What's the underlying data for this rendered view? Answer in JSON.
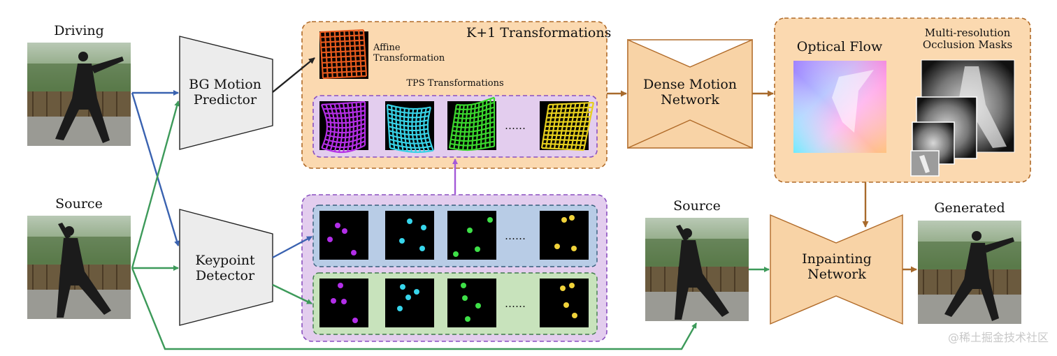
{
  "labels": {
    "driving": "Driving",
    "source_left": "Source",
    "bg_motion_predictor": [
      "BG Motion",
      "Predictor"
    ],
    "keypoint_detector": [
      "Keypoint",
      "Detector"
    ],
    "k1_transformations": "K+1 Transformations",
    "affine_transformation": [
      "Affine",
      "Transformation"
    ],
    "tps_transformations": "TPS Transformations",
    "dense_motion_network": [
      "Dense Motion",
      "Network"
    ],
    "optical_flow": "Optical Flow",
    "occlusion_masks": [
      "Multi-resolution",
      "Occlusion Masks"
    ],
    "source_right": "Source",
    "inpainting_network": [
      "Inpainting",
      "Network"
    ],
    "generated": "Generated",
    "ellipsis": "……"
  },
  "watermark": "@稀土掘金技术社区",
  "colors": {
    "orange_panel": "#fbd9b0",
    "orange_border": "#b06a28",
    "purple_panel": "#e3cdee",
    "purple_border": "#8a4fc0",
    "blue_row": "#b8cce6",
    "green_row": "#c8e3bc",
    "network_fill": "#f8d3a6",
    "predictor_fill": "#ececec",
    "blue_arrow": "#3a62b0",
    "green_arrow": "#3d9a5a",
    "brown_arrow": "#a86a2c",
    "purple_arrow": "#a45ad8",
    "dark_arrow": "#222222",
    "kp_purple": "#b22ee8",
    "kp_cyan": "#37d6ec",
    "kp_green": "#3ee048",
    "kp_yellow": "#f0d23a",
    "grid_orange": "#e65a1e",
    "grid_purple": "#b52fe6",
    "grid_cyan": "#38d2e6",
    "grid_green": "#3bd72e",
    "grid_yellow": "#e6cf1d"
  },
  "icons": {
    "photo": "tai-chi-photo-icon",
    "grid": "deformed-grid-icon",
    "keypoints": "keypoint-heatmap-icon",
    "flow": "optical-flow-icon",
    "mask": "occlusion-mask-icon"
  }
}
